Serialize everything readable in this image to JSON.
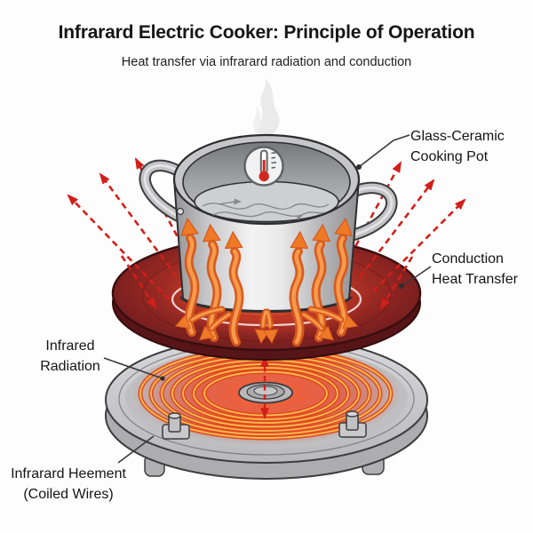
{
  "header": {
    "title": "Infrarard Electric Cooker: Principle of Operation",
    "subtitle": "Heat transfer via infrarard radiation and conduction"
  },
  "diagram": {
    "labels": {
      "pot": {
        "line1": "Glass-Ceramic",
        "line2": "Cooking Pot"
      },
      "conduction": {
        "line1": "Conduction",
        "line2": "Heat Transfer"
      },
      "radiation": {
        "line1": "Infrared",
        "line2": "Radiation"
      },
      "element": {
        "line1": "Infrarard Heement",
        "line2": "(Coiled Wires)"
      }
    },
    "icons": [
      "thermometer-icon",
      "steam-icon",
      "radiation-arrow-icon",
      "heat-flow-arrow-icon"
    ],
    "colors": {
      "radiation_arrow": "#d21f1a",
      "heat_arrow": "#ef7c28",
      "plate_edge": "#6b1d1e",
      "plate_hot": "#d84a28",
      "coil": "#ff8c2a",
      "metal_light": "#f2f2f3",
      "metal_mid": "#c6c6c8",
      "text": "#161616"
    }
  }
}
